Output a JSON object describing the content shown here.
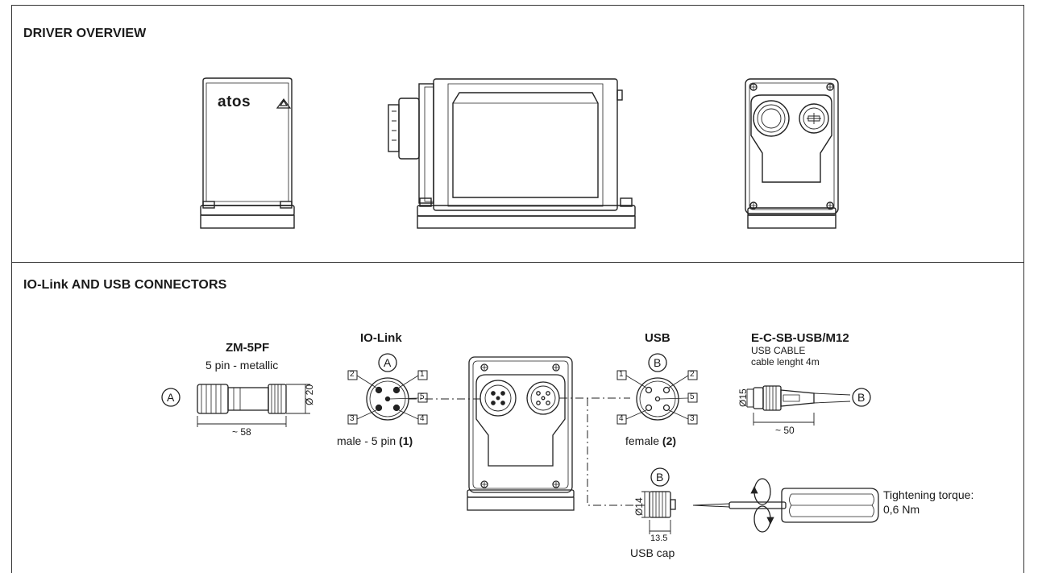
{
  "sections": {
    "overview_title": "DRIVER OVERVIEW",
    "connectors_title": "IO-Link AND USB CONNECTORS"
  },
  "overview": {
    "logo_text": "atos"
  },
  "zm5pf": {
    "title": "ZM-5PF",
    "subtitle": "5 pin - metallic",
    "marker": "A",
    "dim_diameter": "Ø 20",
    "dim_length": "~ 58"
  },
  "iolink": {
    "title": "IO-Link",
    "marker": "A",
    "caption": "male - 5 pin",
    "caption_ref": "(1)",
    "pins": [
      "2",
      "1",
      "5",
      "3",
      "4"
    ]
  },
  "usb": {
    "title": "USB",
    "marker": "B",
    "caption": "female",
    "caption_ref": "(2)",
    "pins": [
      "1",
      "2",
      "5",
      "4",
      "3"
    ]
  },
  "usb_cable": {
    "title": "E-C-SB-USB/M12",
    "line1": "USB CABLE",
    "line2": "cable lenght 4m",
    "marker": "B",
    "dim_diameter": "Ø15",
    "dim_length": "~ 50"
  },
  "usb_cap": {
    "marker": "B",
    "label": "USB cap",
    "dim_diameter": "Ø14",
    "dim_length": "13.5"
  },
  "torque": {
    "line1": "Tightening torque:",
    "line2": "0,6 Nm"
  }
}
